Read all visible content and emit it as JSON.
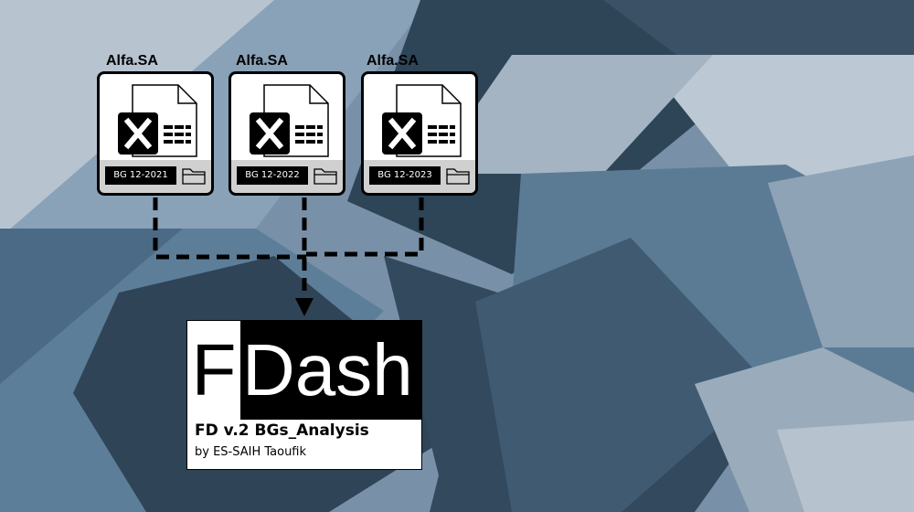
{
  "files": [
    {
      "company": "Alfa.SA",
      "label": "BG 12-2021",
      "icon": "excel-icon"
    },
    {
      "company": "Alfa.SA",
      "label": "BG 12-2022",
      "icon": "excel-icon"
    },
    {
      "company": "Alfa.SA",
      "label": "BG 12-2023",
      "icon": "excel-icon"
    }
  ],
  "brand": {
    "logo_letter": "F",
    "logo_word": "Dash",
    "title": "FD v.2 BGs_Analysis",
    "author": "by ES-SAIH Taoufik"
  },
  "colors": {
    "background_dark": "#2c4256",
    "background_mid": "#5c7d97",
    "background_light": "#a8b7c6",
    "connector": "#000000"
  }
}
